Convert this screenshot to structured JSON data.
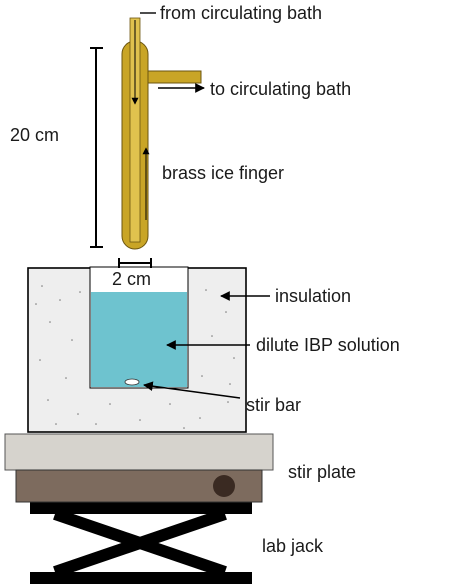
{
  "labels": {
    "from_bath": "from circulating bath",
    "to_bath": "to circulating bath",
    "length": "20 cm",
    "finger": "brass ice finger",
    "width": "2 cm",
    "insulation": "insulation",
    "solution": "dilute IBP solution",
    "stir_bar": "stir bar",
    "stir_plate": "stir plate",
    "lab_jack": "lab jack"
  },
  "colors": {
    "brass": "#c9a526",
    "brass_dark": "#7d6410",
    "solution": "#6ec3cf",
    "insulation": "#eeeeee",
    "plate_top": "#d6d3cd",
    "plate_base": "#7d6b5e",
    "knob": "#3a2a22",
    "jack": "#000000"
  }
}
